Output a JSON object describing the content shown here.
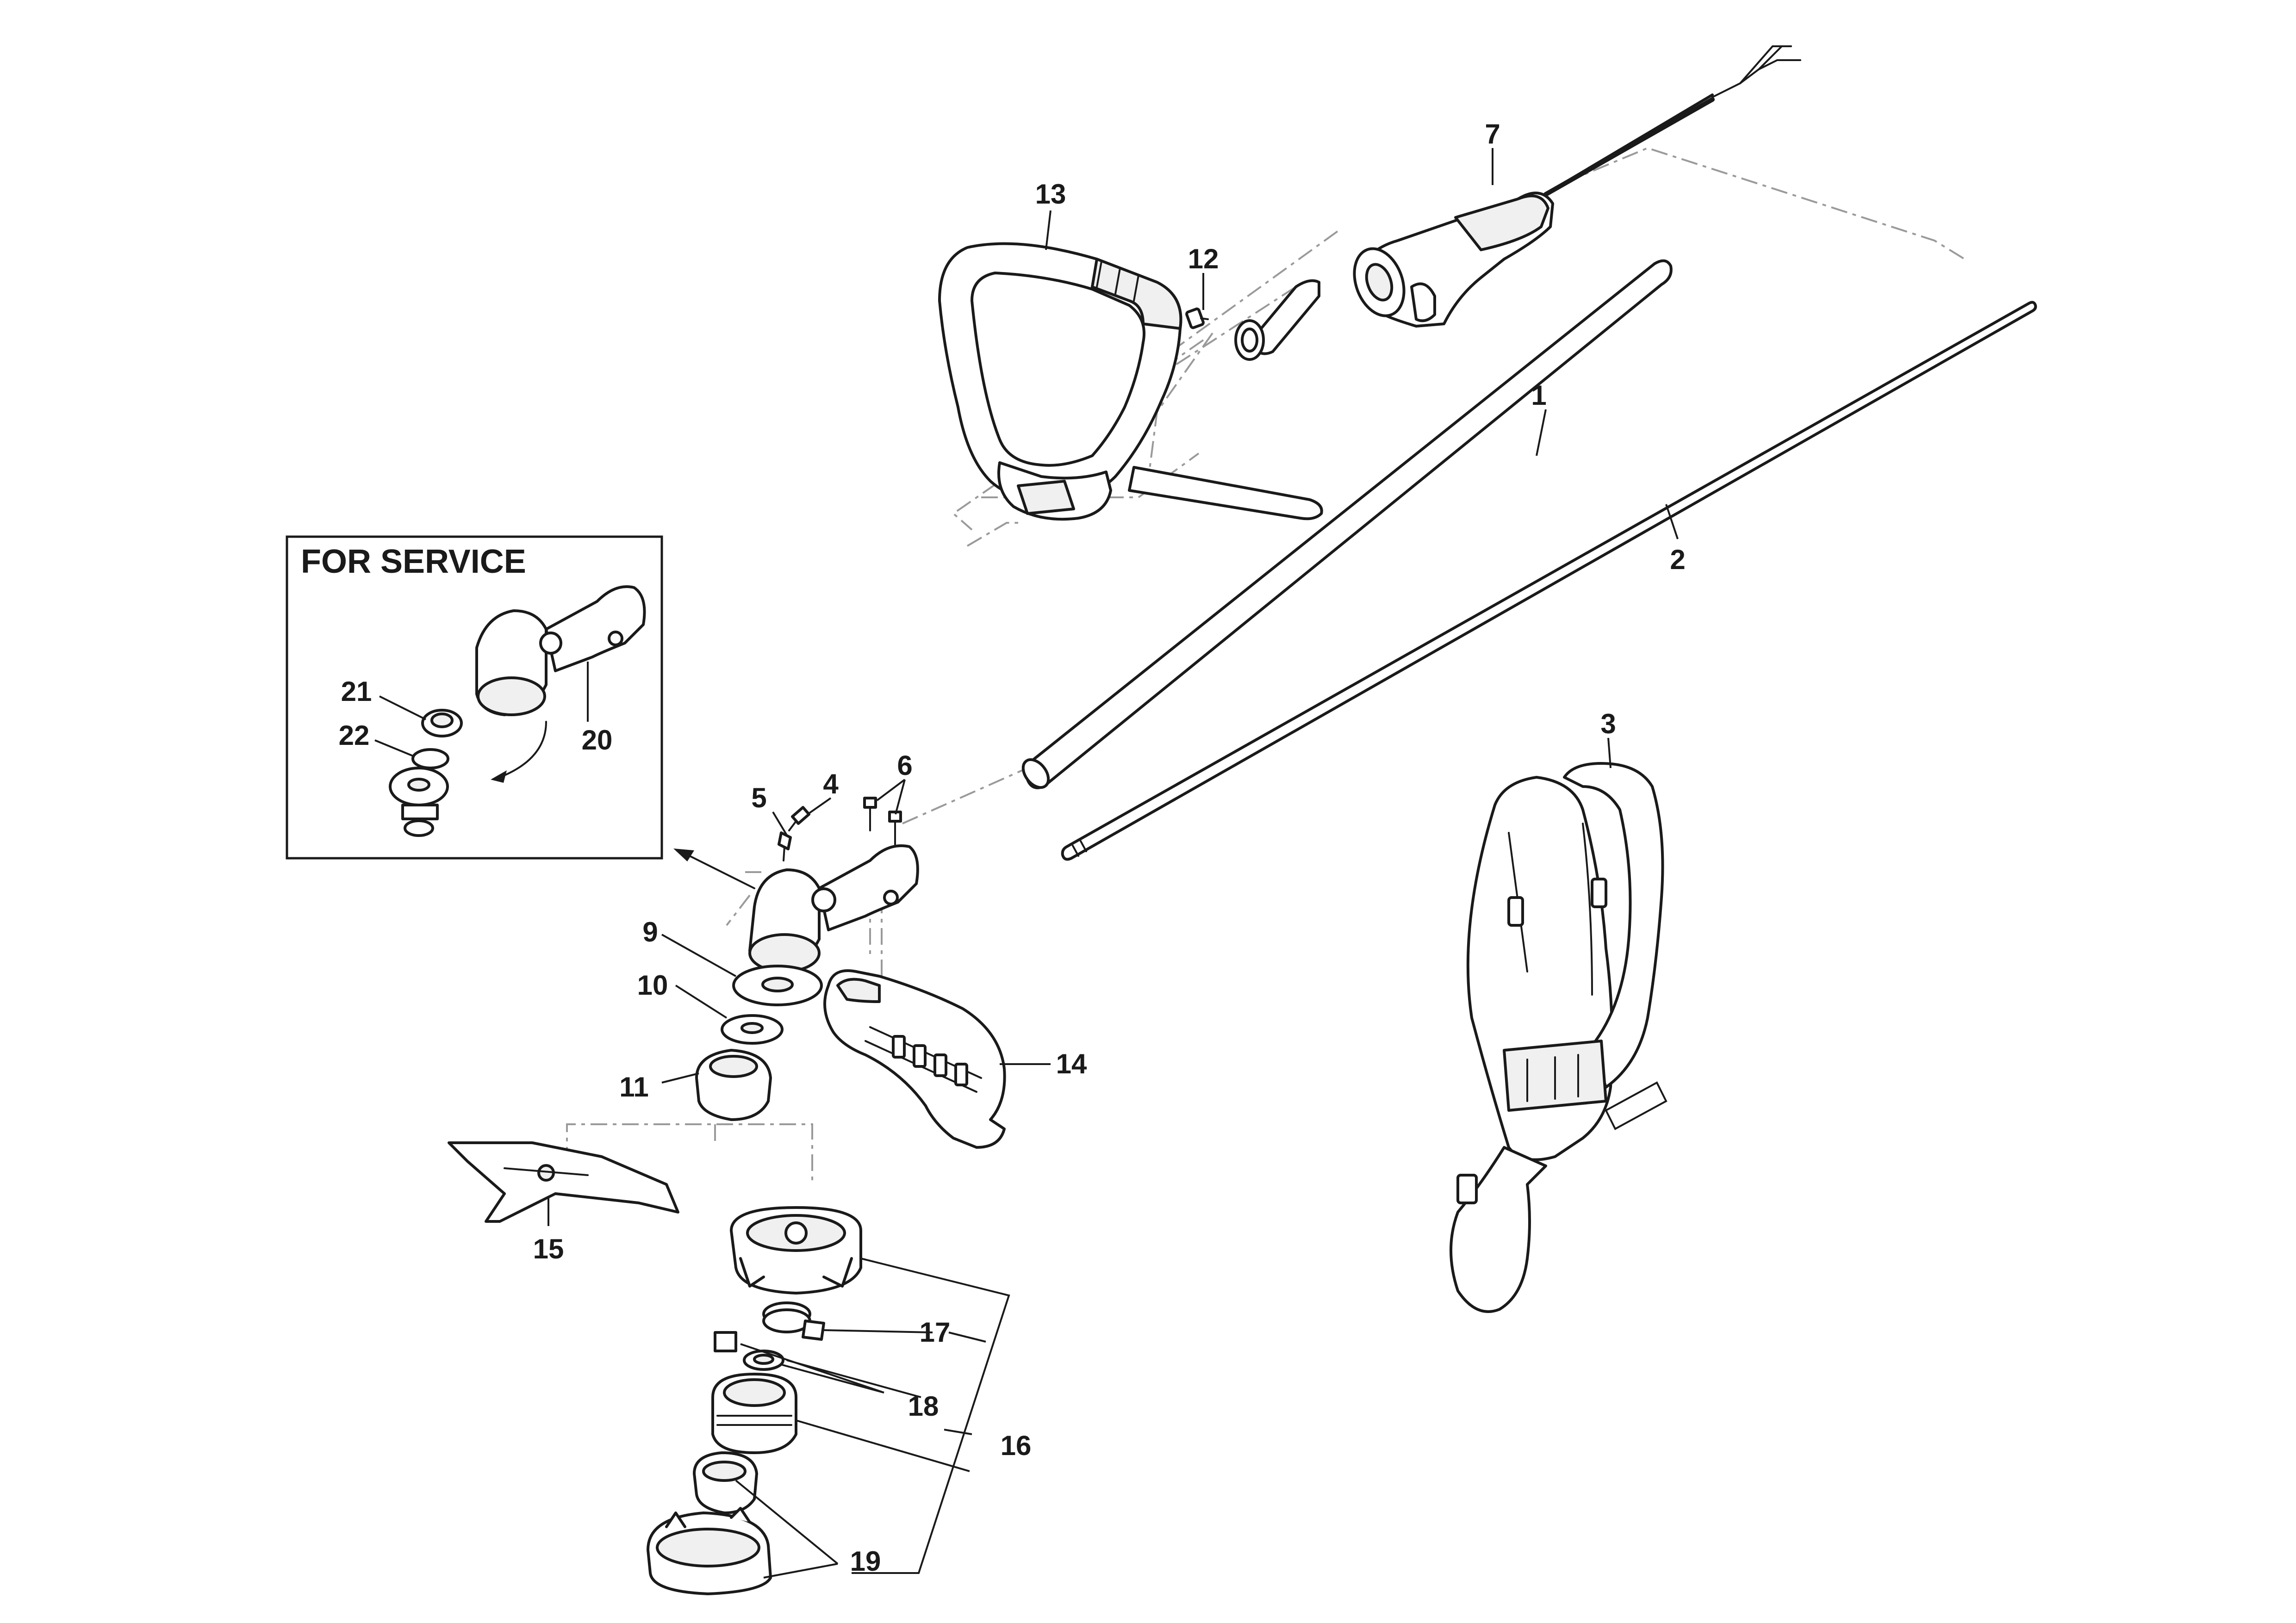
{
  "diagram": {
    "service_box_title": "FOR SERVICE",
    "callouts": [
      {
        "id": "1",
        "text": "1"
      },
      {
        "id": "2",
        "text": "2"
      },
      {
        "id": "3",
        "text": "3"
      },
      {
        "id": "4",
        "text": "4"
      },
      {
        "id": "5",
        "text": "5"
      },
      {
        "id": "6",
        "text": "6"
      },
      {
        "id": "7",
        "text": "7"
      },
      {
        "id": "9",
        "text": "9"
      },
      {
        "id": "10",
        "text": "10"
      },
      {
        "id": "11",
        "text": "11"
      },
      {
        "id": "12",
        "text": "12"
      },
      {
        "id": "13",
        "text": "13"
      },
      {
        "id": "14",
        "text": "14"
      },
      {
        "id": "15",
        "text": "15"
      },
      {
        "id": "16",
        "text": "16"
      },
      {
        "id": "17",
        "text": "17"
      },
      {
        "id": "18",
        "text": "18"
      },
      {
        "id": "19",
        "text": "19"
      },
      {
        "id": "20",
        "text": "20"
      },
      {
        "id": "21",
        "text": "21"
      },
      {
        "id": "22",
        "text": "22"
      }
    ]
  }
}
